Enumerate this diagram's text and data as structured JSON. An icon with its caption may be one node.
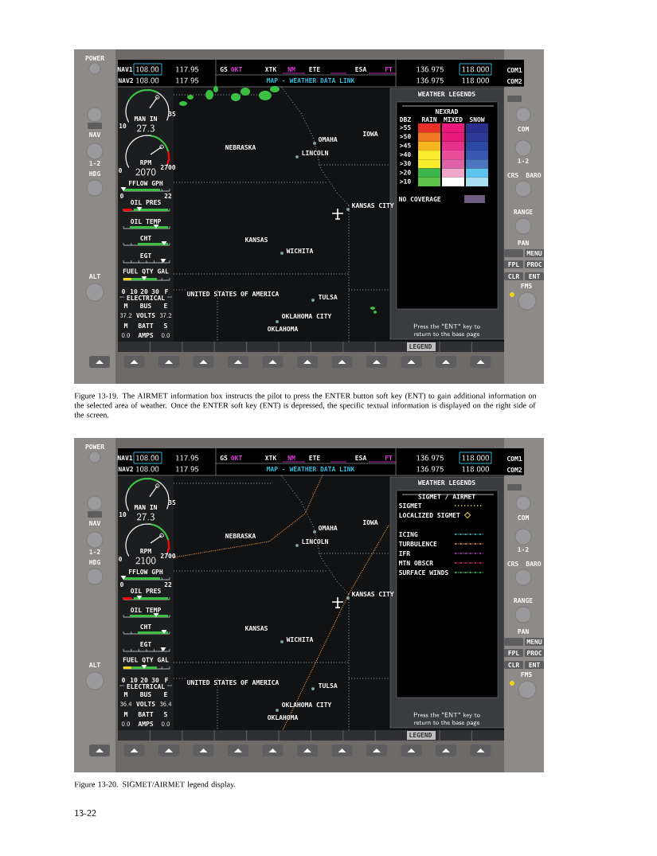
{
  "diagram": {
    "labels": [
      "POWER",
      "NAV1",
      "108.00",
      "117.95",
      "NAV2",
      "108.00",
      "117.95",
      "GS",
      "0KT",
      "XTK",
      "NM",
      "ETE",
      "ESA",
      "FT",
      "MAP - WEATHER DATA LINK",
      "136.975",
      "118.000",
      "COM1",
      "136.975",
      "118.000",
      "COM2",
      "MAN IN",
      "27.3",
      "10",
      "35",
      "RPM",
      "2070",
      "0",
      "2700",
      "FFLOW GPH",
      "0",
      "22",
      "OIL PRES",
      "OIL TEMP",
      "CHT",
      "EGT",
      "FUEL QTY GAL",
      "0",
      "10",
      "20",
      "30",
      "F",
      "ELECTRICAL",
      "M",
      "BUS",
      "E",
      "37.2",
      "VOLTS",
      "37.2",
      "M",
      "BATT",
      "S",
      "0.0",
      "AMPS",
      "0.0",
      "NEBRASKA",
      "OMAHA",
      "IOWA",
      "LINCOLN",
      "KANSAS CITY",
      "KANSAS",
      "WICHITA",
      "UNITED STATES OF AMERICA",
      "TULSA",
      "OKLAHOMA CITY",
      "OKLAHOMA",
      "NAV",
      "1-2",
      "HDG",
      "ALT",
      "COM",
      "1-2",
      "CRS",
      "BARO",
      "RANGE",
      "PAN",
      "MENU",
      "FPL",
      "PROC",
      "CLR",
      "ENT",
      "FMS",
      "WEATHER LEGENDS",
      "Press the \"ENT\" key to return to the base page",
      "LEGEND",
      "NEXRAD",
      "DBZ",
      "RAIN",
      "MIXED",
      "SNOW",
      ">55",
      ">50",
      ">45",
      ">40",
      ">30",
      ">20",
      ">10",
      "Figure 13-19. The AIRMET information box instructs the pilot to press the ENTER button soft key (ENT) to gain additional information on the selected area of weather. Once the ENTER soft key (ENT) is depressed, the specific textual information is displayed on the right side of the screen.",
      "POWER",
      "NAV1",
      "108.00",
      "117.95",
      "NAV2",
      "108.00",
      "117.95",
      "GS",
      "0KT",
      "XTK",
      "NM",
      "ETE",
      "ESA",
      "FT",
      "MAP - WEATHER DATA LINK",
      "136.975",
      "118.000",
      "COM1",
      "136.975",
      "118.000",
      "COM2",
      "MAN IN",
      "27.3",
      "10",
      "35",
      "RPM",
      "2100",
      "0",
      "2700",
      "FFLOW GPH",
      "0",
      "22",
      "OIL PRES",
      "OIL TEMP",
      "CHT",
      "EGT",
      "FUEL QTY GAL",
      "0",
      "10",
      "20",
      "30",
      "F",
      "ELECTRICAL",
      "M",
      "BUS",
      "E",
      "36.4",
      "VOLTS",
      "36.4",
      "M",
      "BATT",
      "S",
      "0.0",
      "AMPS",
      "0.0",
      "NEBRASKA",
      "OMAHA",
      "IOWA",
      "LINCOLN",
      "KANSAS CITY",
      "KANSAS",
      "WICHITA",
      "UNITED STATES OF AMERICA",
      "TULSA",
      "OKLAHOMA CITY",
      "OKLAHOMA",
      "NAV",
      "1-2",
      "HDG",
      "ALT",
      "COM",
      "1-2",
      "CRS",
      "BARO",
      "RANGE",
      "PAN",
      "MENU",
      "FPL",
      "PROC",
      "CLR",
      "ENT",
      "FMS",
      "WEATHER LEGENDS",
      "Press the \"ENT\" key to return to the base page",
      "LEGEND",
      "SIGMET / AIRMET",
      "Figure 13-20. SIGMET/AIRMET legend display.",
      "13-22"
    ],
    "legend": [
      {
        "text": "NO COVERAGE",
        "color": "#6f5c80"
      },
      {
        "text": "SIGMET"
      },
      {
        "text": "LOCALIZED SIGMET"
      },
      {
        "text": "ICING"
      },
      {
        "text": "TURBULENCE"
      },
      {
        "text": "IFR"
      },
      {
        "text": "MTN OBSCR"
      },
      {
        "text": "SURFACE WINDS"
      }
    ]
  }
}
